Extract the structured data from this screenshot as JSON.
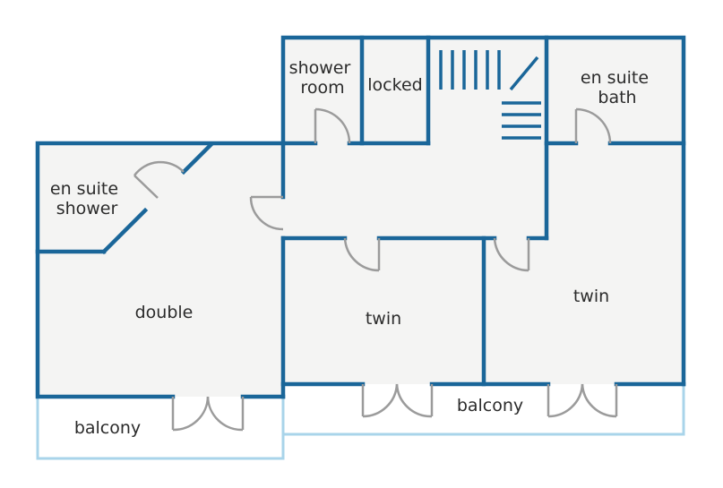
{
  "colors": {
    "wall": "#1a6699",
    "balcony_outline": "#a9d4ea",
    "door": "#9b9b9b",
    "floor": "#f4f4f3",
    "text": "#2b2b2b"
  },
  "rooms": {
    "shower_room": {
      "line1": "shower",
      "line2": "room"
    },
    "locked": {
      "label": "locked"
    },
    "en_suite_bath": {
      "line1": "en suite",
      "line2": "bath"
    },
    "en_suite_shower": {
      "line1": "en suite",
      "line2": "shower"
    },
    "double": {
      "label": "double"
    },
    "twin_middle": {
      "label": "twin"
    },
    "twin_right": {
      "label": "twin"
    },
    "balcony_left": {
      "label": "balcony"
    },
    "balcony_right": {
      "label": "balcony"
    }
  }
}
